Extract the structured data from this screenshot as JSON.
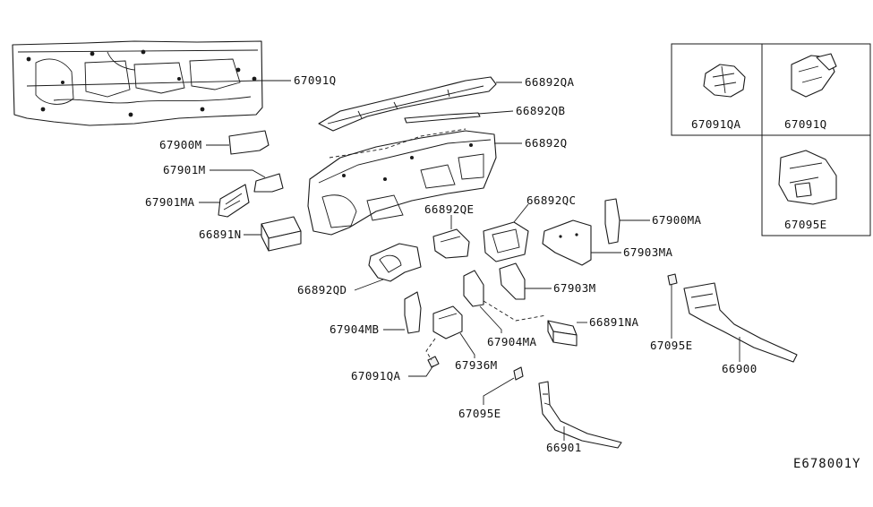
{
  "diagram_code": "E678001Y",
  "parts": {
    "p67091Q": "67091Q",
    "p66892QA": "66892QA",
    "p66892QB": "66892QB",
    "p66892Q": "66892Q",
    "p67900M": "67900M",
    "p67901M": "67901M",
    "p67901MA": "67901MA",
    "p66891N": "66891N",
    "p66892QE": "66892QE",
    "p66892QC": "66892QC",
    "p67900MA": "67900MA",
    "p67903MA": "67903MA",
    "p66892QD": "66892QD",
    "p67903M": "67903M",
    "p66891NA": "66891NA",
    "p67904MB": "67904MB",
    "p67904MA": "67904MA",
    "p67936M": "67936M",
    "p67091QA": "67091QA",
    "p67095E_a": "67095E",
    "p66901": "66901",
    "p67095E_b": "67095E",
    "p66900": "66900"
  },
  "inset": {
    "clip_qa": "67091QA",
    "clip_q": "67091Q",
    "clip_e": "67095E"
  }
}
